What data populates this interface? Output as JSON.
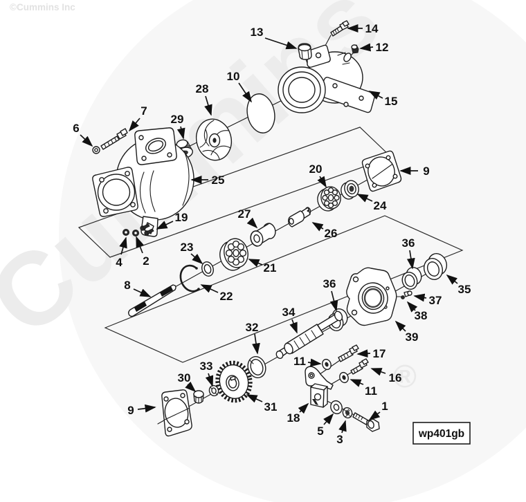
{
  "watermark": {
    "copyright": "©Cummins Inc",
    "brand": "Cummins",
    "registered": "®"
  },
  "code_box": {
    "label": "wp401gb"
  },
  "callouts": [
    "13",
    "14",
    "12",
    "10",
    "15",
    "28",
    "29",
    "7",
    "6",
    "25",
    "9",
    "20",
    "24",
    "27",
    "26",
    "19",
    "4",
    "2",
    "23",
    "21",
    "22",
    "8",
    "36",
    "35",
    "37",
    "38",
    "39",
    "36",
    "34",
    "32",
    "11",
    "17",
    "16",
    "11",
    "33",
    "30",
    "31",
    "9",
    "18",
    "5",
    "3",
    "1"
  ]
}
